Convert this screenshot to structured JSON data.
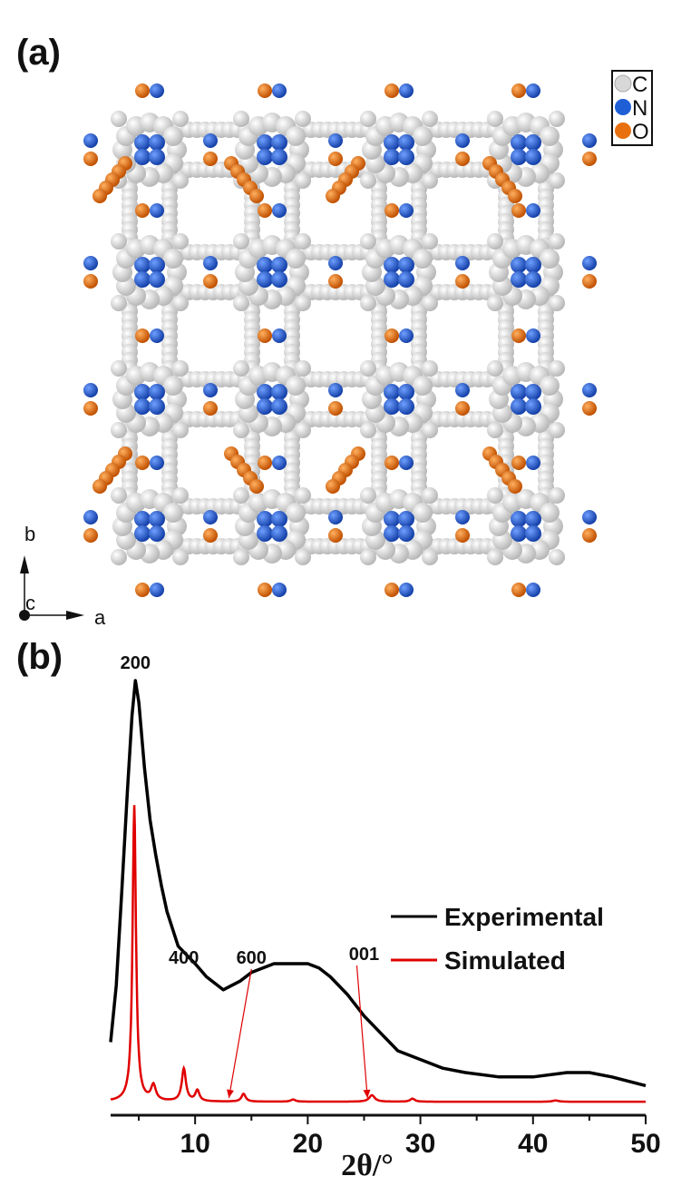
{
  "panel_a": {
    "label": "(a)",
    "legend": [
      {
        "element": "C",
        "color": "#d8d8d8"
      },
      {
        "element": "N",
        "color": "#1f5fd6"
      },
      {
        "element": "O",
        "color": "#e8700f"
      }
    ],
    "axes": {
      "b": "b",
      "c": "c",
      "a": "a"
    }
  },
  "panel_b": {
    "label": "(b)"
  },
  "chart_data": {
    "type": "line",
    "title": "",
    "xlabel": "2θ/°",
    "ylabel": "",
    "xlim": [
      2.5,
      50
    ],
    "ylim": [
      0,
      100
    ],
    "xticks": [
      10,
      20,
      30,
      40,
      50
    ],
    "grid": false,
    "legend_placement": "right",
    "series": [
      {
        "name": "Experimental",
        "color": "#000000",
        "x": [
          2.5,
          3.0,
          3.5,
          4.0,
          4.4,
          4.7,
          5.0,
          5.5,
          6.0,
          6.5,
          7.0,
          7.5,
          8.5,
          10,
          11,
          12.5,
          14,
          15,
          17,
          18.5,
          20,
          21,
          22,
          23.5,
          25,
          26.5,
          28,
          30,
          32,
          34,
          37,
          40,
          43,
          45,
          47,
          50
        ],
        "y": [
          17,
          30,
          52,
          75,
          92,
          100,
          95,
          80,
          68,
          60,
          53,
          47,
          39,
          35,
          32,
          29,
          31,
          33,
          35,
          35,
          35,
          34,
          32,
          28,
          23,
          19,
          15,
          13,
          11,
          10,
          9,
          9,
          10,
          10,
          9,
          7
        ]
      },
      {
        "name": "Simulated",
        "color": "#e00000",
        "baseline": 3.3,
        "peaks": [
          {
            "position": 4.6,
            "intensity": 68,
            "width": 0.18
          },
          {
            "position": 6.3,
            "intensity": 3.5,
            "width": 0.25
          },
          {
            "position": 9.0,
            "intensity": 7.5,
            "width": 0.22
          },
          {
            "position": 10.2,
            "intensity": 2.5,
            "width": 0.22
          },
          {
            "position": 14.3,
            "intensity": 1.8,
            "width": 0.22
          },
          {
            "position": 18.7,
            "intensity": 0.5,
            "width": 0.25
          },
          {
            "position": 25.7,
            "intensity": 1.5,
            "width": 0.3
          },
          {
            "position": 29.3,
            "intensity": 0.7,
            "width": 0.25
          },
          {
            "position": 42.0,
            "intensity": 0.3,
            "width": 0.3
          }
        ]
      }
    ],
    "annotations": [
      {
        "text": "200",
        "x": 4.7,
        "arrow": false
      },
      {
        "text": "400",
        "x": 9.0,
        "arrow": false
      },
      {
        "text": "600",
        "x": 13.0,
        "arrow": true
      },
      {
        "text": "001",
        "x": 25.3,
        "arrow": true
      }
    ]
  }
}
